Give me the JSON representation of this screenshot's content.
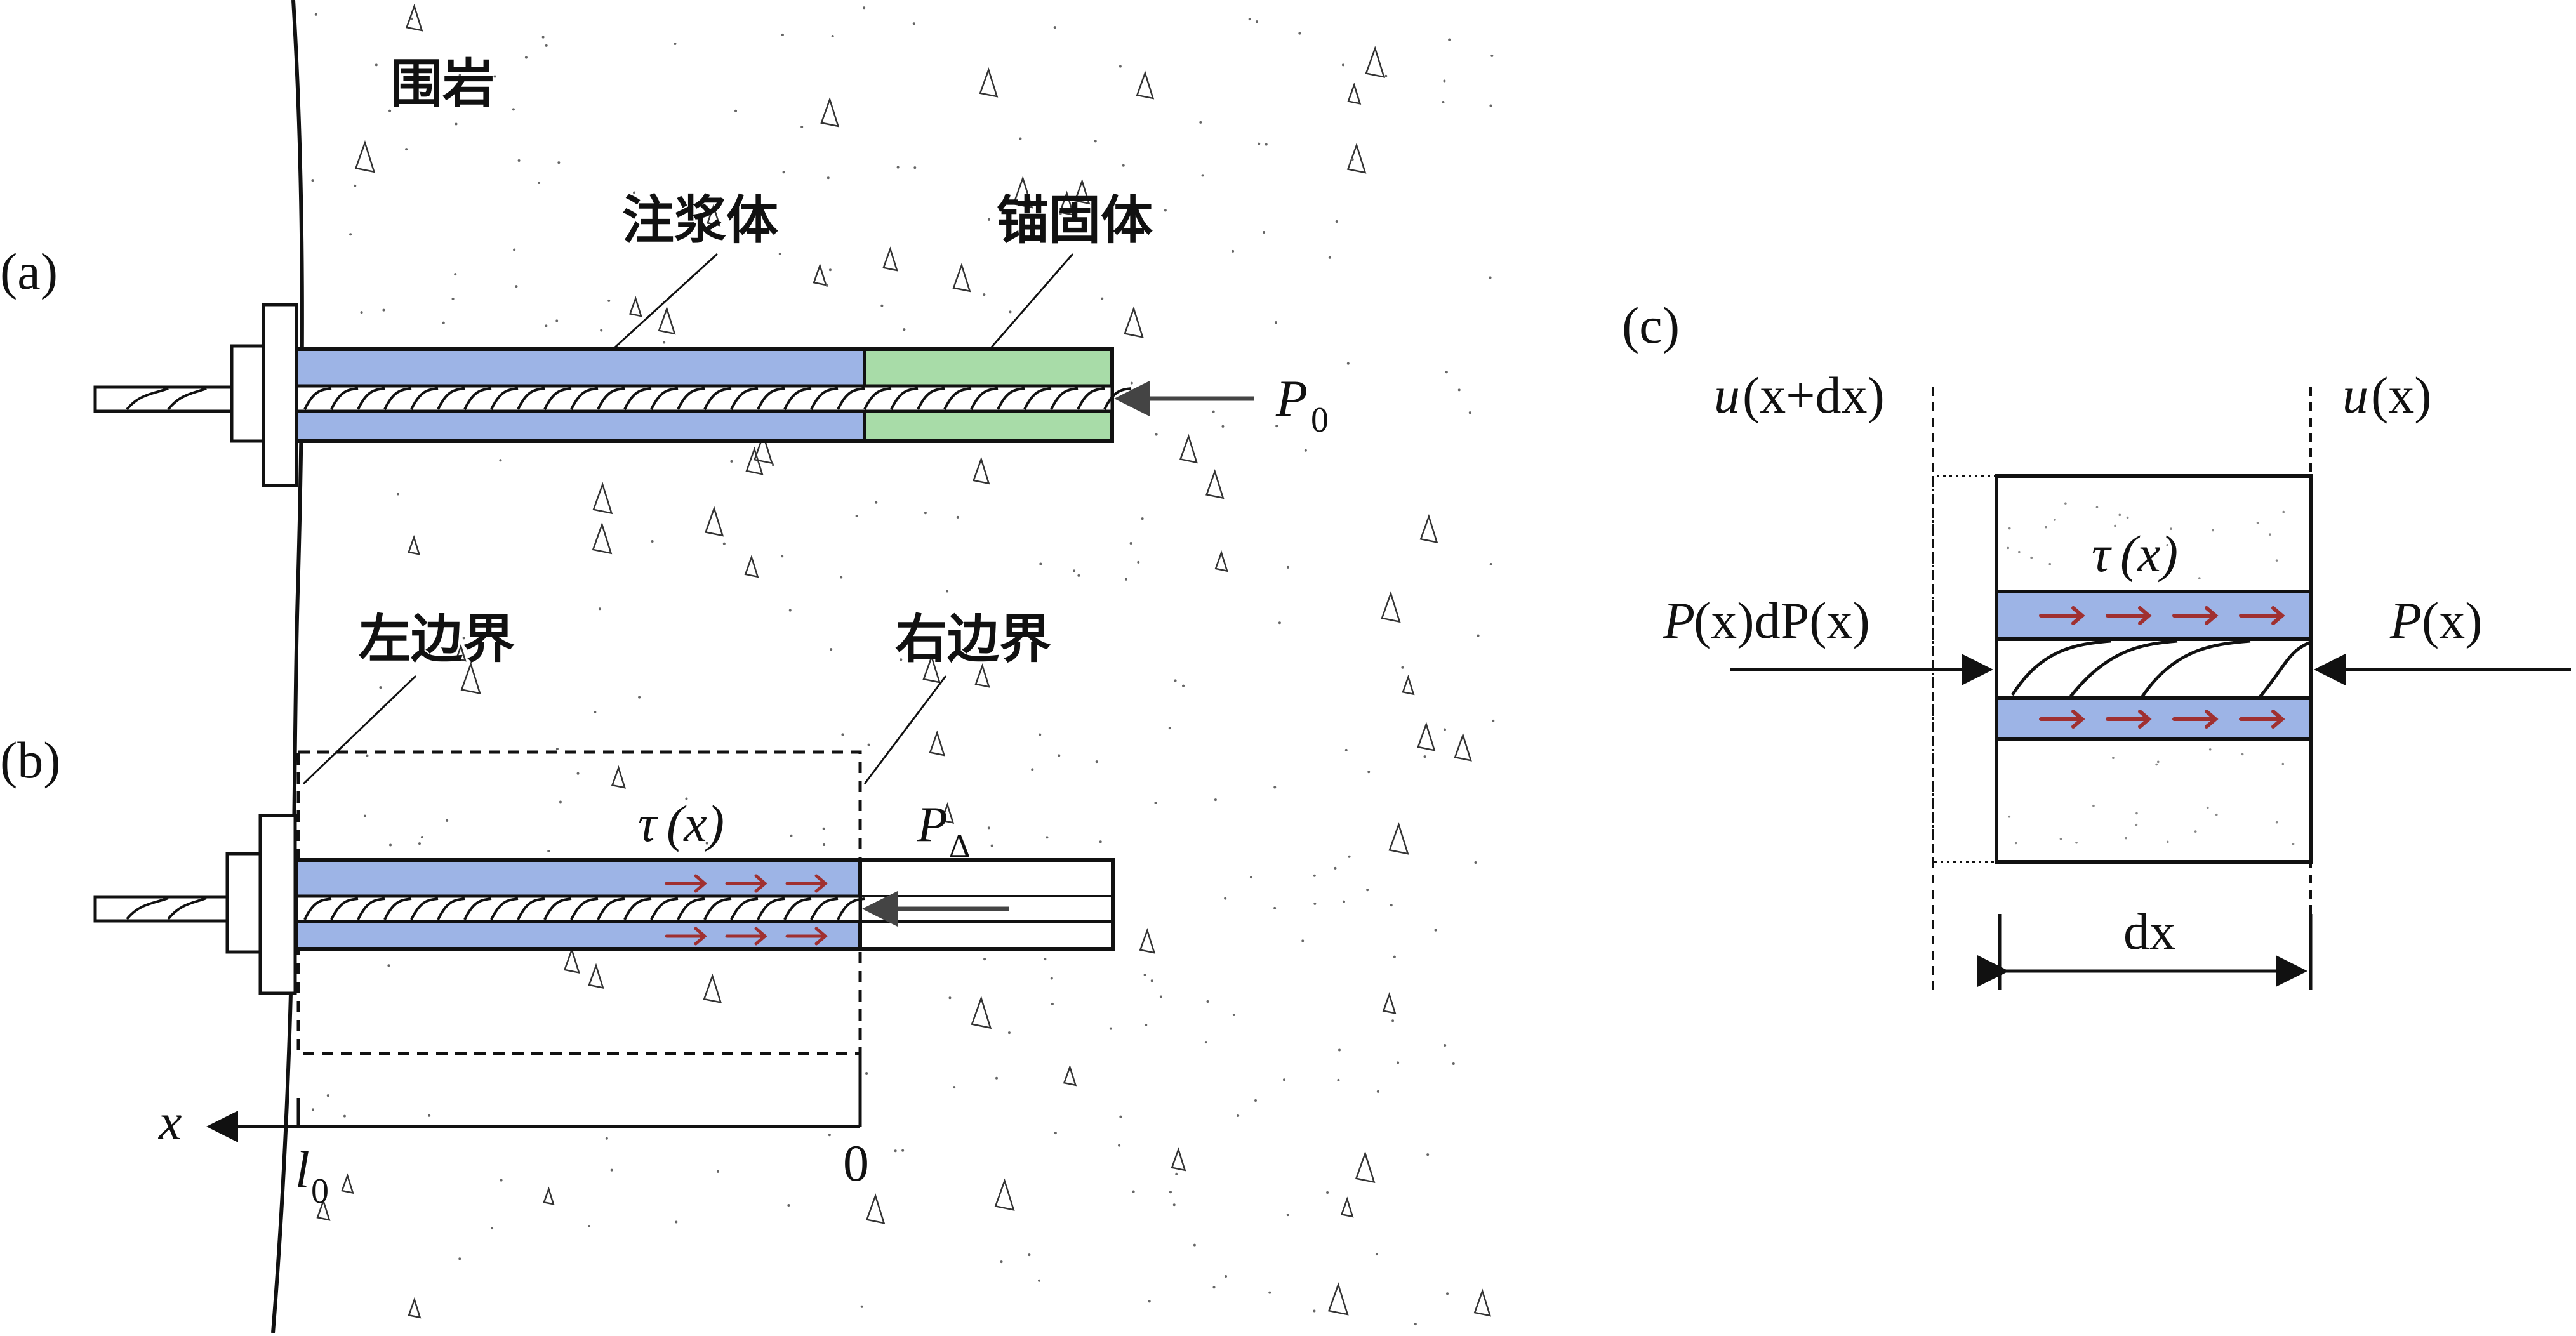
{
  "panels": {
    "a": {
      "label": "(a)",
      "rock_label": "围岩",
      "grout_label": "注浆体",
      "anchor_label": "锚固体",
      "load_symbol": "P",
      "load_subscript": "0"
    },
    "b": {
      "label": "(b)",
      "left_boundary_label": "左边界",
      "right_boundary_label": "右边界",
      "shear_symbol": "τ",
      "shear_arg": "(x)",
      "load_symbol": "P",
      "load_subscript": "Δ",
      "axis_symbol": "x",
      "l_symbol": "l",
      "l_subscript": "0",
      "zero_label": "0"
    },
    "c": {
      "label": "(c)",
      "disp_left_symbol": "u",
      "disp_left_arg": "(x+dx)",
      "disp_right_symbol": "u",
      "disp_right_arg": "(x)",
      "shear_symbol": "τ",
      "shear_arg": "(x)",
      "force_left_symbol": "P",
      "force_left_arg": "(x)dP(x)",
      "force_right_symbol": "P",
      "force_right_arg": "(x)",
      "width_label": "dx"
    }
  },
  "colors": {
    "grout_blue": "#9db4e6",
    "anchor_green": "#a8dca8",
    "shear_arrow": "#a03030",
    "stroke": "#111111",
    "gray_arrow": "#444444"
  }
}
